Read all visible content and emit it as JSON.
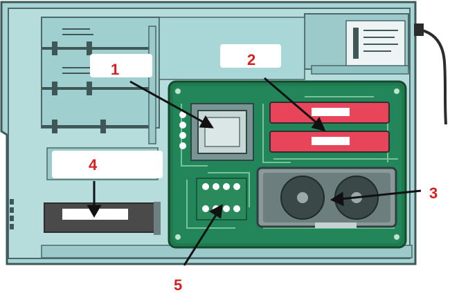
{
  "diagram": {
    "callouts": [
      {
        "id": "cpu",
        "number": "1"
      },
      {
        "id": "ram",
        "number": "2"
      },
      {
        "id": "gpu",
        "number": "3"
      },
      {
        "id": "storage",
        "number": "4"
      },
      {
        "id": "connector",
        "number": "5"
      }
    ],
    "colors": {
      "case_body": "#a6d3d3",
      "case_outline": "#3f5757",
      "motherboard": "#1f7a4e",
      "board_trace": "#79c39a",
      "ram": "#e8455a",
      "callout_number": "#d42020",
      "arrow": "#111111"
    }
  }
}
